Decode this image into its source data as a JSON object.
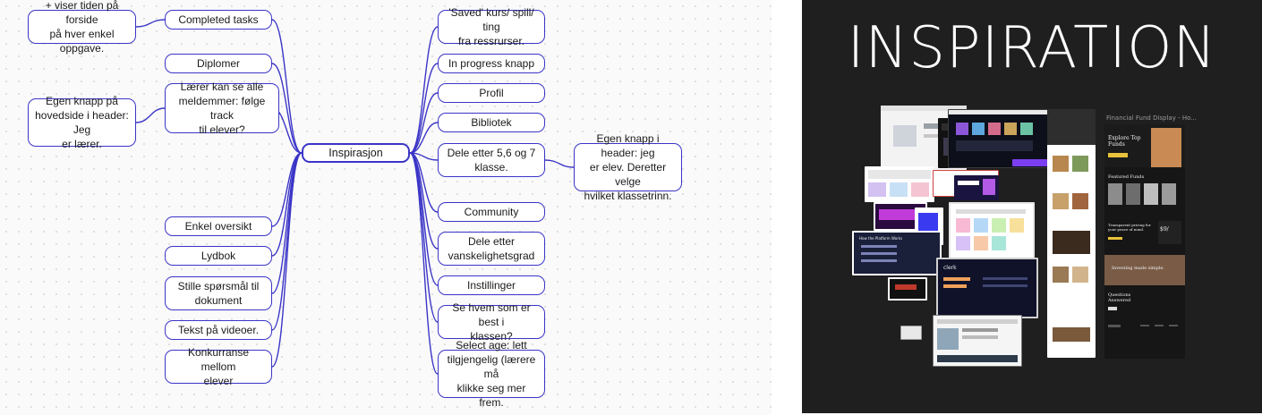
{
  "mindmap": {
    "center": "Inspirasjon",
    "left_nodes": [
      {
        "id": "completed",
        "label": "Completed tasks"
      },
      {
        "id": "diplomer",
        "label": "Diplomer"
      },
      {
        "id": "laerer",
        "label": "Lærer kan se alle\nmeldemmer: følge track\ntil elever?"
      },
      {
        "id": "enkel",
        "label": "Enkel oversikt"
      },
      {
        "id": "lydbok",
        "label": "Lydbok"
      },
      {
        "id": "stille",
        "label": "Stille spørsmål til\ndokument"
      },
      {
        "id": "tekst",
        "label": "Tekst på videoer."
      },
      {
        "id": "konkurranse",
        "label": "Konkurranse mellom\nelever"
      }
    ],
    "left_subnodes": [
      {
        "id": "viser",
        "label": "+ viser tiden på forside\npå hver enkel oppgave."
      },
      {
        "id": "egenknapp-laerer",
        "label": "Egen knapp på\nhovedside i header: Jeg\ner lærer."
      }
    ],
    "right_nodes": [
      {
        "id": "saved",
        "label": "'Saved' kurs/ spill/ ting\nfra ressrurser."
      },
      {
        "id": "inprogress",
        "label": "In progress knapp"
      },
      {
        "id": "profil",
        "label": "Profil"
      },
      {
        "id": "bibliotek",
        "label": "Bibliotek"
      },
      {
        "id": "dele567",
        "label": "Dele etter 5,6 og 7\nklasse."
      },
      {
        "id": "community",
        "label": "Community"
      },
      {
        "id": "vanskelighet",
        "label": "Dele etter\nvanskelighetsgrad"
      },
      {
        "id": "instillinger",
        "label": "Instillinger"
      },
      {
        "id": "sehvem",
        "label": "Se hvem som er best i\nklassen?"
      },
      {
        "id": "selectage",
        "label": "Select age: lett\ntilgjengelig (lærere må\nklikke seg mer frem."
      }
    ],
    "right_subnodes": [
      {
        "id": "egenknapp-elev",
        "label": "Egen knapp i header: jeg\ner elev. Deretter velge\nhvilket klassetrinn."
      }
    ],
    "edge_color": "#3b35c7"
  },
  "inspiration": {
    "title": "INSPIRATION",
    "featured_title": "Financial Fund Display - Ho...",
    "hero_heading": "Explore Top Funds",
    "featured_funds": "Featured Funds",
    "pricing": "Transparent pricing for your peace of mind.",
    "price": "$9/",
    "invest_banner": "Investing made simple.",
    "questions": "Questions Answered",
    "clerk_brand": "clerk",
    "slide_heading": "How the Platform Works",
    "background": "#1f1f1f"
  }
}
